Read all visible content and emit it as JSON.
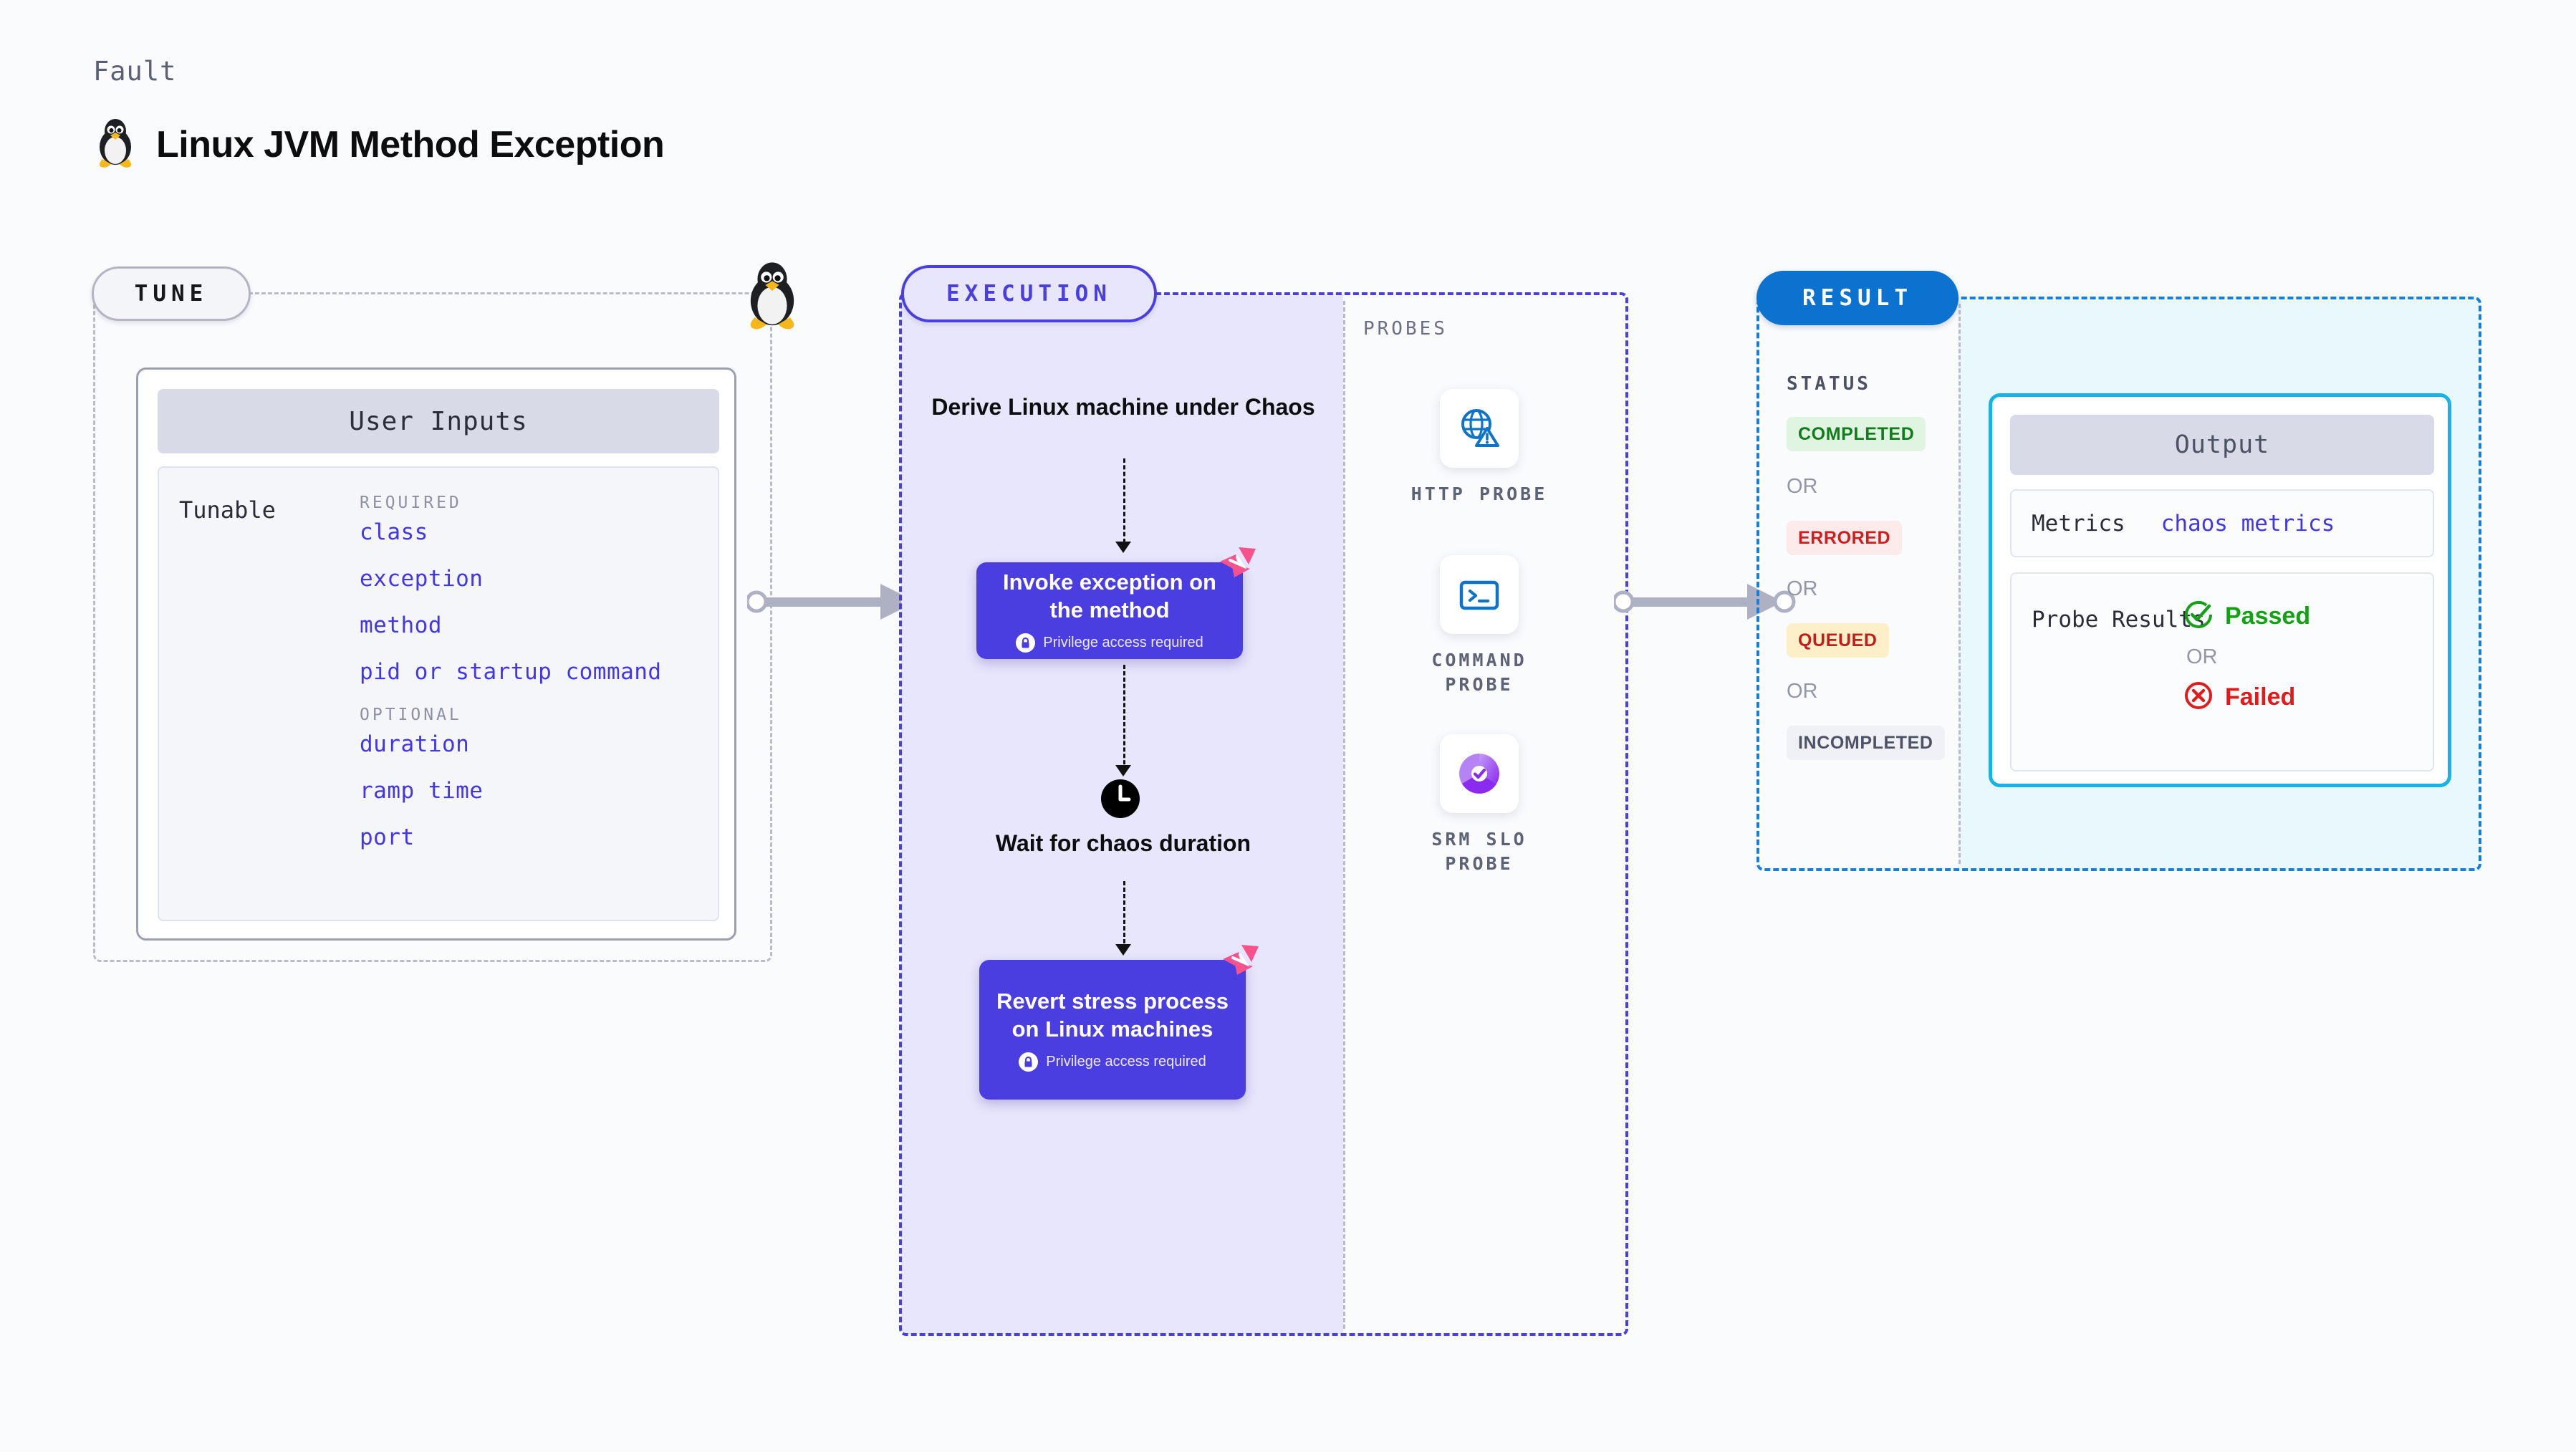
{
  "header": {
    "eyebrow": "Fault",
    "title": "Linux JVM Method Exception",
    "icon": "linux-tux-penguin"
  },
  "tune": {
    "pill_label": "TUNE",
    "card_title": "User Inputs",
    "tunable_label": "Tunable",
    "groups": [
      {
        "name": "REQUIRED",
        "items": [
          "class",
          "exception",
          "method",
          "pid or startup command"
        ]
      },
      {
        "name": "OPTIONAL",
        "items": [
          "duration",
          "ramp time",
          "port"
        ]
      }
    ]
  },
  "execution": {
    "pill_label": "EXECUTION",
    "step_derive": "Derive Linux machine under Chaos",
    "card_1": {
      "title": "Invoke exception on the method",
      "privilege_note": "Privilege access required",
      "badge_icon": "litmus-logo-icon"
    },
    "step_wait": "Wait for chaos duration",
    "wait_icon": "clock-icon",
    "card_2": {
      "title": "Revert stress process on Linux machines",
      "privilege_note": "Privilege access required",
      "badge_icon": "litmus-logo-icon"
    }
  },
  "probes": {
    "section_label": "PROBES",
    "items": [
      {
        "name": "HTTP PROBE",
        "icon": "globe-warning-icon"
      },
      {
        "name": "COMMAND PROBE",
        "icon": "terminal-icon"
      },
      {
        "name": "SRM SLO PROBE",
        "icon": "slo-donut-check-icon"
      }
    ]
  },
  "result": {
    "pill_label": "RESULT",
    "status_label": "STATUS",
    "or_label": "OR",
    "statuses": [
      {
        "label": "COMPLETED",
        "bg": "#dff5e1",
        "fg": "#127c1c"
      },
      {
        "label": "ERRORED",
        "bg": "#fdeaea",
        "fg": "#cc1f1f"
      },
      {
        "label": "QUEUED",
        "bg": "#fdefc8",
        "fg": "#c41c1c"
      },
      {
        "label": "INCOMPLETED",
        "bg": "#f0f1f6",
        "fg": "#4e5265"
      }
    ],
    "output": {
      "card_title": "Output",
      "metrics_key": "Metrics",
      "metrics_value": "chaos metrics",
      "probe_results_key": "Probe Results",
      "passed_label": "Passed",
      "failed_label": "Failed",
      "or_label": "OR"
    }
  },
  "colors": {
    "accent_purple": "#4a3ee0",
    "accent_blue": "#0b72d0",
    "accent_cyan": "#16b2e8",
    "link_blue": "#4236e8",
    "pink_badge": "#f8528d",
    "pass_green": "#16a018",
    "fail_red": "#e01b1b"
  }
}
